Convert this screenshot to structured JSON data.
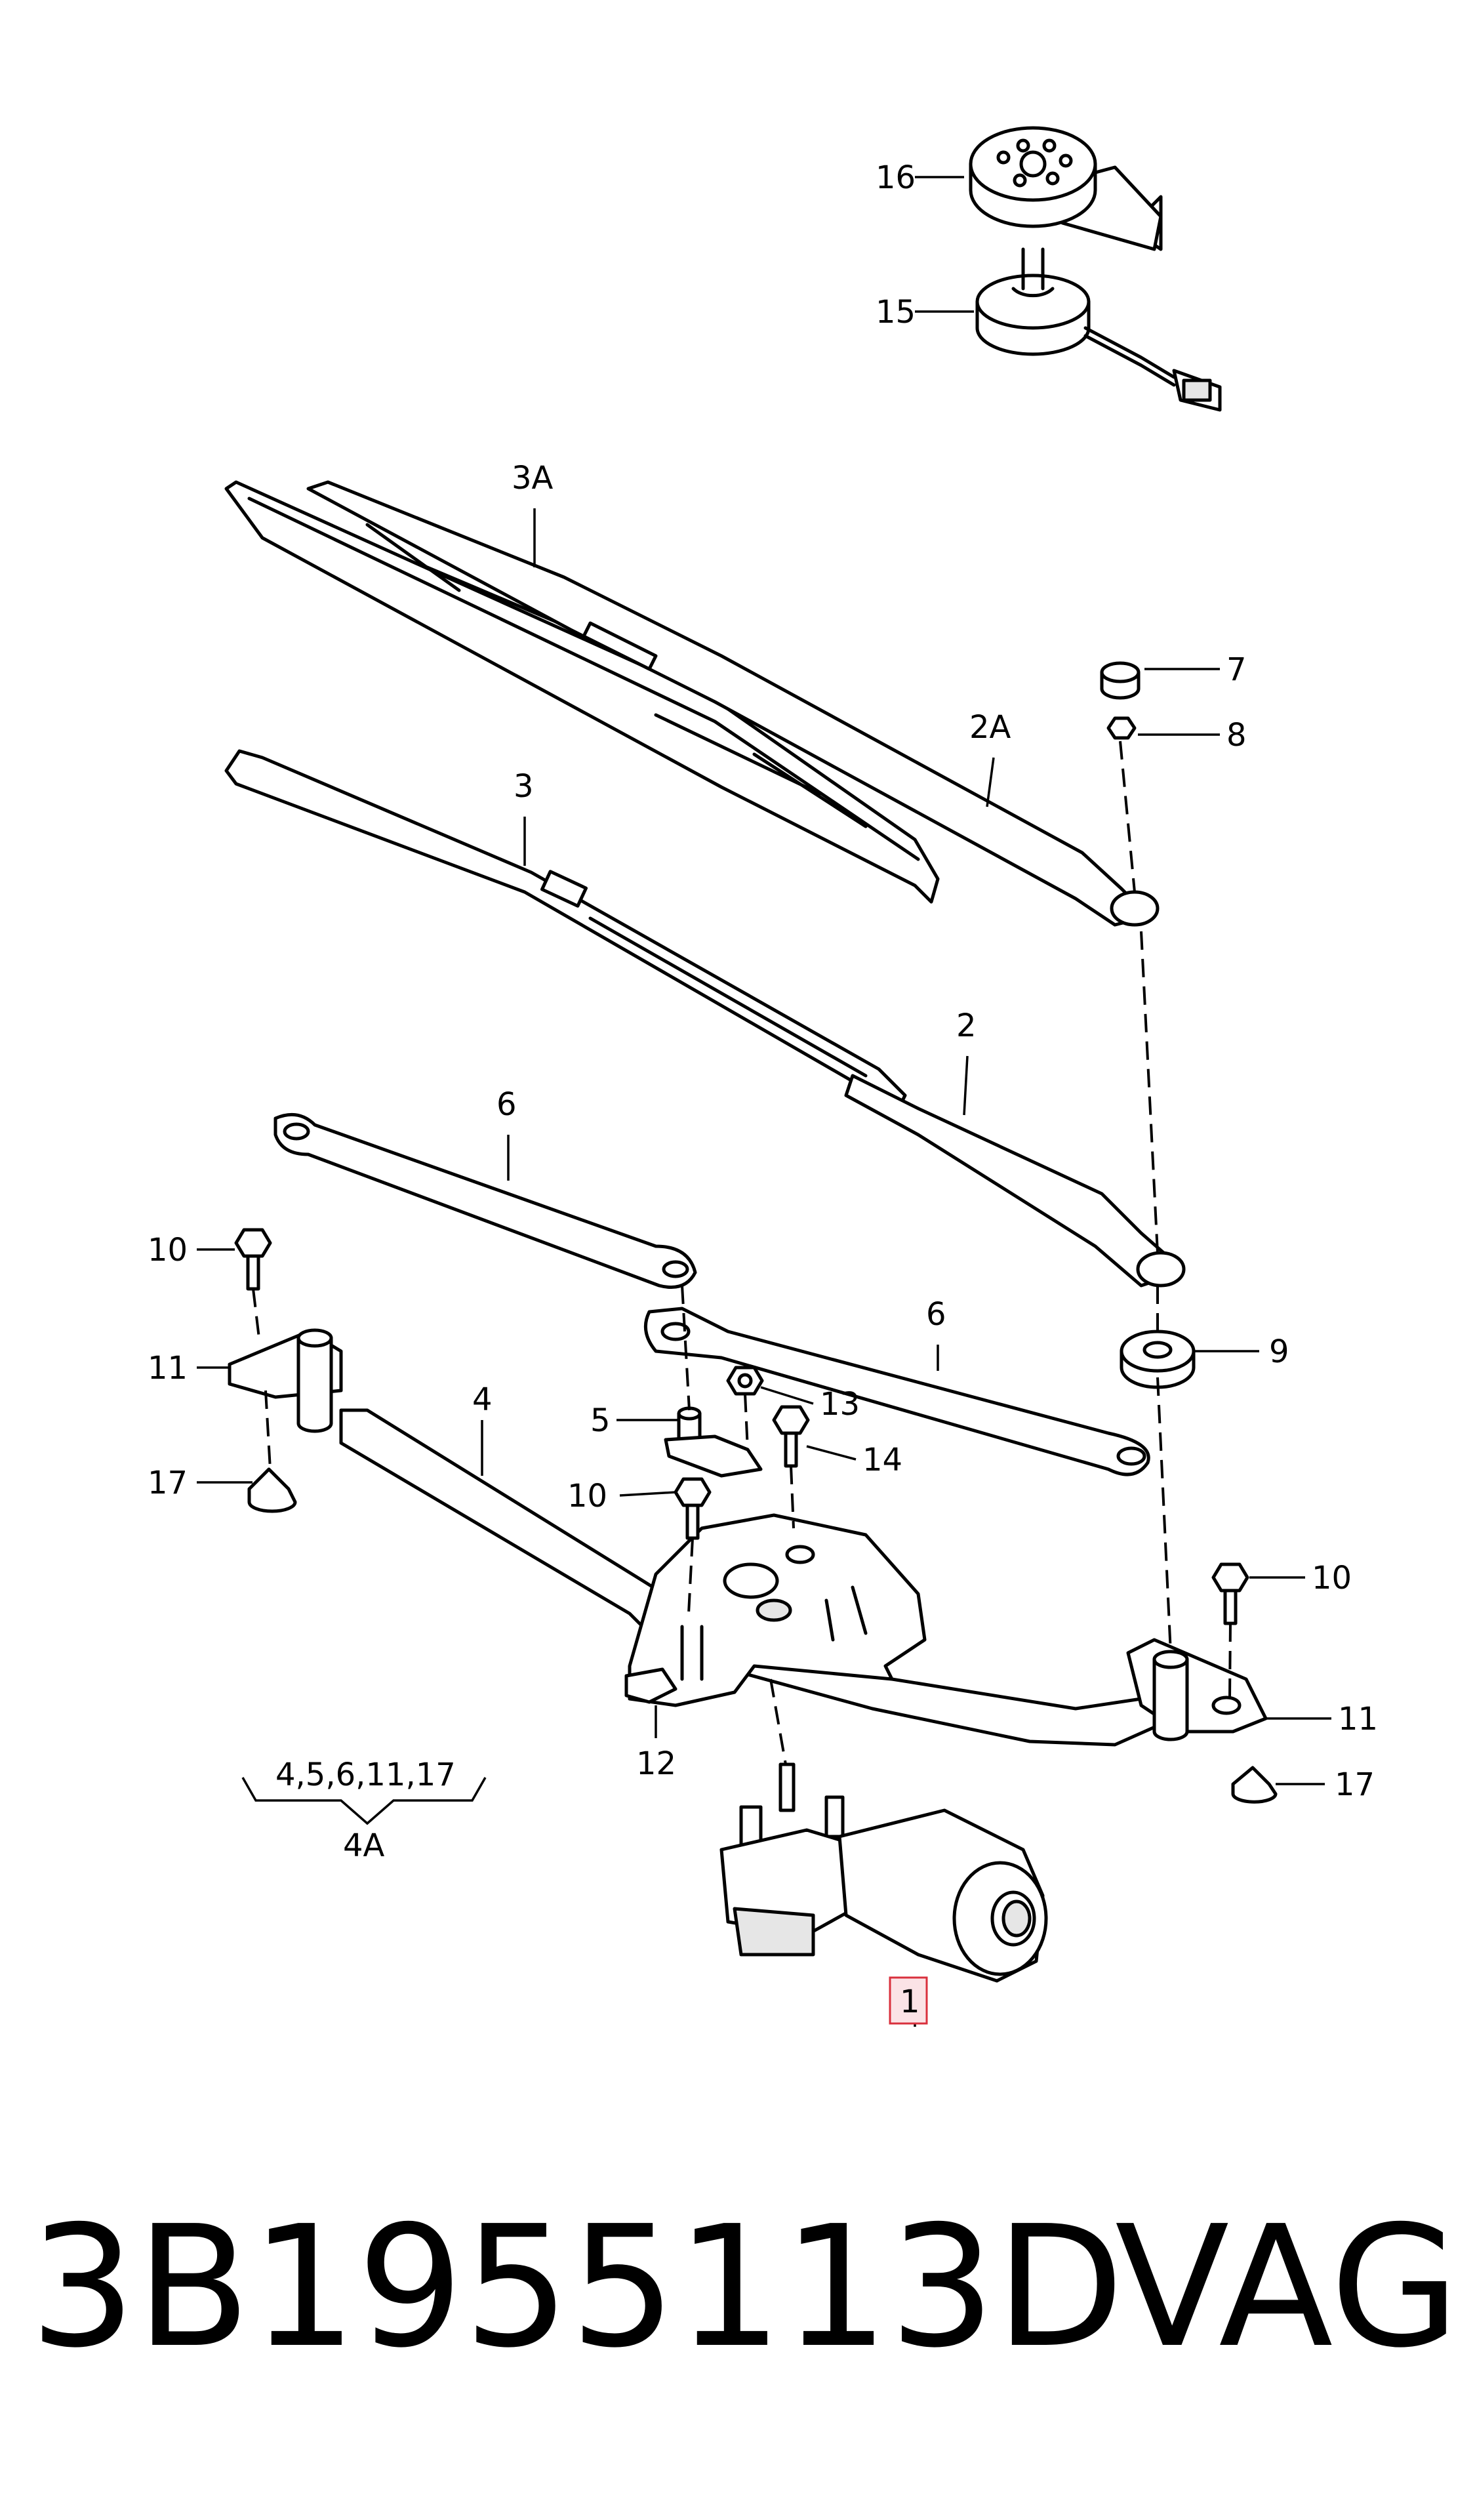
{
  "callouts": {
    "c1": "1",
    "c2": "2",
    "c2a": "2A",
    "c3": "3",
    "c3a": "3A",
    "c4": "4",
    "c4a": "4A",
    "c4a_group": "4,5,6,11,17",
    "c5": "5",
    "c6a": "6",
    "c6b": "6",
    "c7": "7",
    "c8": "8",
    "c9": "9",
    "c10a": "10",
    "c10b": "10",
    "c10c": "10",
    "c11a": "11",
    "c11b": "11",
    "c12": "12",
    "c13": "13",
    "c14": "14",
    "c15": "15",
    "c16": "16",
    "c17a": "17",
    "c17b": "17"
  },
  "highlighted_callout": "1",
  "colors": {
    "highlight_fill": "#fbe3e6",
    "highlight_stroke": "#d9303d"
  },
  "footer": {
    "part_number": "3B1955113D",
    "brand": "VAG"
  }
}
